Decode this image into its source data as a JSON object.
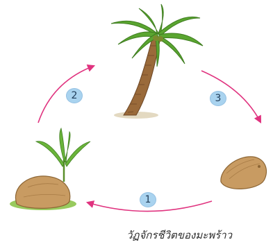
{
  "diagram": {
    "caption": "วัฏจักรชีวิตของมะพร้าว",
    "steps": [
      {
        "number": "1"
      },
      {
        "number": "2"
      },
      {
        "number": "3"
      }
    ],
    "colors": {
      "arrow": "#e0337f",
      "badge_fill": "#a9d3ef",
      "badge_text": "#1f3b57",
      "palm_leaf": "#5aa530",
      "palm_trunk": "#9a6a3a",
      "coconut": "#c89b62",
      "grass": "#86c142"
    }
  }
}
